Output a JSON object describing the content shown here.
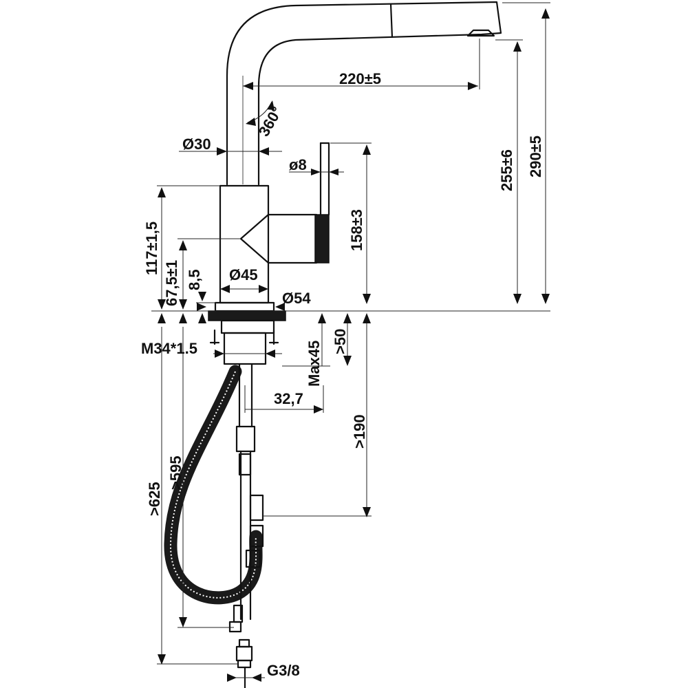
{
  "dimensions": {
    "spout_reach": "220±5",
    "swivel": "360°",
    "spout_diameter": "Ø30",
    "lever_diameter": "ø8",
    "outlet_height": "255±6",
    "total_height": "290±5",
    "lever_height": "158±3",
    "body_height": "117±1,5",
    "outlet_axis_height": "67,5±1",
    "flange_height": "8,5",
    "body_diameter": "Ø45",
    "flange_diameter": "Ø54",
    "thread": "M34*1.5",
    "max_deck_thickness": "Max45",
    "min_under_deck": ">50",
    "tube_offset": "32,7",
    "min_connection_depth": ">190",
    "supply_hose_length": ">595",
    "pullout_hose_length": ">625",
    "connection_thread": "G3/8"
  }
}
